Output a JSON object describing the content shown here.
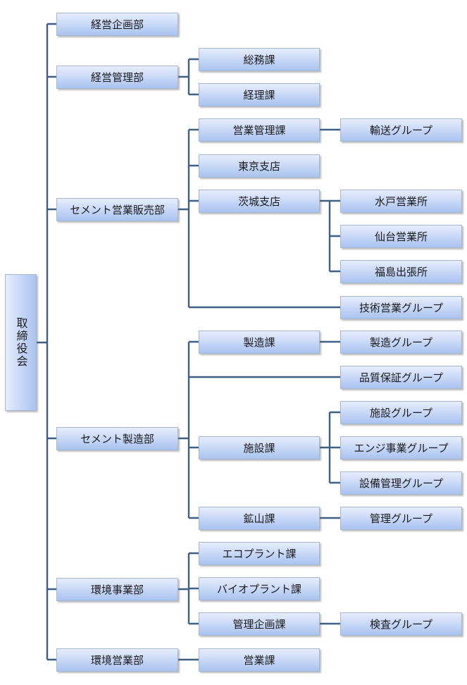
{
  "root": "取締役会",
  "departments": [
    {
      "name": "経営企画部",
      "children": []
    },
    {
      "name": "経営管理部",
      "children": [
        {
          "name": "総務課",
          "children": []
        },
        {
          "name": "経理課",
          "children": []
        }
      ]
    },
    {
      "name": "セメント営業販売部",
      "children": [
        {
          "name": "営業管理課",
          "children": [
            {
              "name": "輸送グループ"
            }
          ]
        },
        {
          "name": "東京支店",
          "children": []
        },
        {
          "name": "茨城支店",
          "children": [
            {
              "name": "水戸営業所"
            },
            {
              "name": "仙台営業所"
            },
            {
              "name": "福島出張所"
            }
          ]
        },
        {
          "name": "技術営業グループ",
          "children": []
        }
      ]
    },
    {
      "name": "セメント製造部",
      "children": [
        {
          "name": "製造課",
          "children": [
            {
              "name": "製造グループ"
            }
          ]
        },
        {
          "name": "品質保証グループ",
          "children": []
        },
        {
          "name": "施設課",
          "children": [
            {
              "name": "施設グループ"
            },
            {
              "name": "エンジ事業グループ"
            },
            {
              "name": "設備管理グループ"
            }
          ]
        },
        {
          "name": "鉱山課",
          "children": [
            {
              "name": "管理グループ"
            }
          ]
        }
      ]
    },
    {
      "name": "環境事業部",
      "children": [
        {
          "name": "エコプラント課",
          "children": []
        },
        {
          "name": "バイオプラント課",
          "children": []
        },
        {
          "name": "管理企画課",
          "children": [
            {
              "name": "検査グループ"
            }
          ]
        }
      ]
    },
    {
      "name": "環境営業部",
      "children": [
        {
          "name": "営業課",
          "children": []
        }
      ]
    }
  ]
}
